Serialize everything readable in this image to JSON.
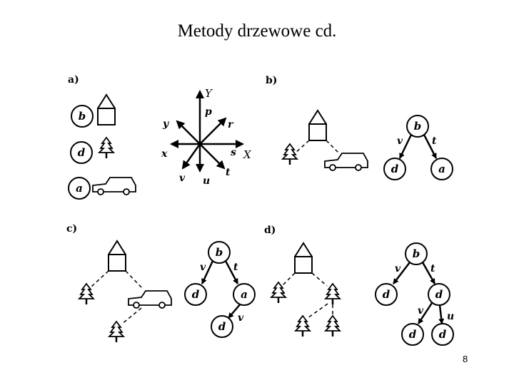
{
  "title": "Metody drzewowe cd.",
  "page_number": "8",
  "panels": {
    "a": {
      "label": "a)",
      "objects": [
        "b",
        "d",
        "a"
      ],
      "compass": {
        "Y": "Y",
        "X": "X",
        "p": "p",
        "r": "r",
        "s": "s",
        "t": "t",
        "u": "u",
        "v": "v",
        "x": "x",
        "y": "y"
      }
    },
    "b": {
      "label": "b)",
      "tree": {
        "root": "b",
        "left": "d",
        "right": "a",
        "left_edge": "v",
        "right_edge": "t"
      }
    },
    "c": {
      "label": "c)",
      "tree": {
        "root": "b",
        "left": "d",
        "right": "a",
        "left_edge": "v",
        "right_edge": "t",
        "child": "d",
        "child_edge": "v"
      }
    },
    "d": {
      "label": "d)",
      "tree": {
        "root": "b",
        "left": "d",
        "right": "d",
        "left_edge": "v",
        "right_edge": "t",
        "ll": "d",
        "lr": "d",
        "ll_edge": "v",
        "lr_edge": "u"
      }
    }
  }
}
